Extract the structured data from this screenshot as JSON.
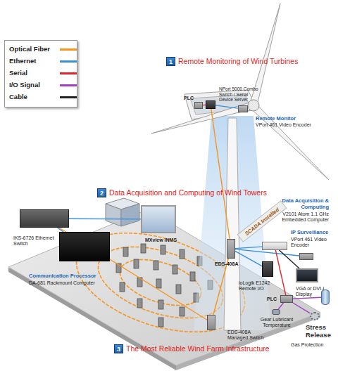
{
  "diagram": {
    "nodes": [
      {
        "text": [
          "PLC"
        ]
      },
      {
        "text": [
          "NPort 5000 Combo Switch / Serial Device Server"
        ]
      },
      {
        "text": [
          "Remote Monitor",
          "VPort 461 Video Encoder"
        ]
      },
      {
        "text": [
          "EDS-408A"
        ]
      },
      {
        "text": [
          "Data Acquisition & Computing",
          "V2101 Atom 1.1 GHz Embedded Computer"
        ]
      },
      {
        "text": [
          "IP Surveillance",
          "VPort 461 Video Encoder"
        ]
      },
      {
        "text": [
          "VGA or DVI-I Display"
        ]
      },
      {
        "text": [
          "ioLogik E1242 Remote I/O"
        ]
      },
      {
        "text": [
          "PLC"
        ]
      },
      {
        "text": [
          "Gear Lubricant Temperature"
        ]
      },
      {
        "text": [
          "Stress Release"
        ]
      },
      {
        "text": [
          "Gas Protection"
        ]
      },
      {
        "text": [
          "IKS-6726 Ethernet Switch"
        ]
      },
      {
        "text": [
          "Communication Processor",
          "DA-681 Rackmount Computer"
        ]
      },
      {
        "text": [
          "MXview iNMS"
        ]
      },
      {
        "text": [
          "EDS-408A Managed Switch"
        ]
      }
    ],
    "edges": [
      {
        "from": 0,
        "to": 1,
        "arrow": "none"
      },
      {
        "from": 2,
        "to": 1,
        "arrow": "none"
      },
      {
        "from": 1,
        "to": 3,
        "arrow": "none"
      },
      {
        "from": 3,
        "to": 4,
        "arrow": "none"
      },
      {
        "from": 3,
        "to": 5,
        "arrow": "none"
      },
      {
        "from": 4,
        "to": 6,
        "arrow": "none"
      },
      {
        "from": 3,
        "to": 7,
        "arrow": "none"
      },
      {
        "from": 4,
        "to": 8,
        "arrow": "none"
      },
      {
        "from": 8,
        "to": 9,
        "arrow": "none"
      },
      {
        "from": 8,
        "to": 10,
        "arrow": "none"
      },
      {
        "from": 8,
        "to": 11,
        "arrow": "none"
      },
      {
        "from": 3,
        "to": 15,
        "arrow": "none"
      },
      {
        "from": 15,
        "to": 12,
        "arrow": "none"
      },
      {
        "from": 12,
        "to": 13,
        "arrow": "none"
      },
      {
        "from": 12,
        "to": 14,
        "arrow": "none"
      }
    ],
    "labels": [
      "1",
      "Remote Monitoring of Wind Turbines",
      "2",
      "Data Acquisition and Computing of Wind Towers",
      "SCADA Installed",
      "3",
      "The Most Reliable Wind Farm Infrastructure"
    ],
    "legend": [
      {
        "text": "Optical Fiber",
        "color": "#f7941d"
      },
      {
        "text": "Ethernet",
        "color": "#3a8fd9"
      },
      {
        "text": "Serial",
        "color": "#e0262b"
      },
      {
        "text": "I/O Signal",
        "color": "#a040c0"
      },
      {
        "text": "Cable",
        "color": "#222222"
      }
    ]
  }
}
